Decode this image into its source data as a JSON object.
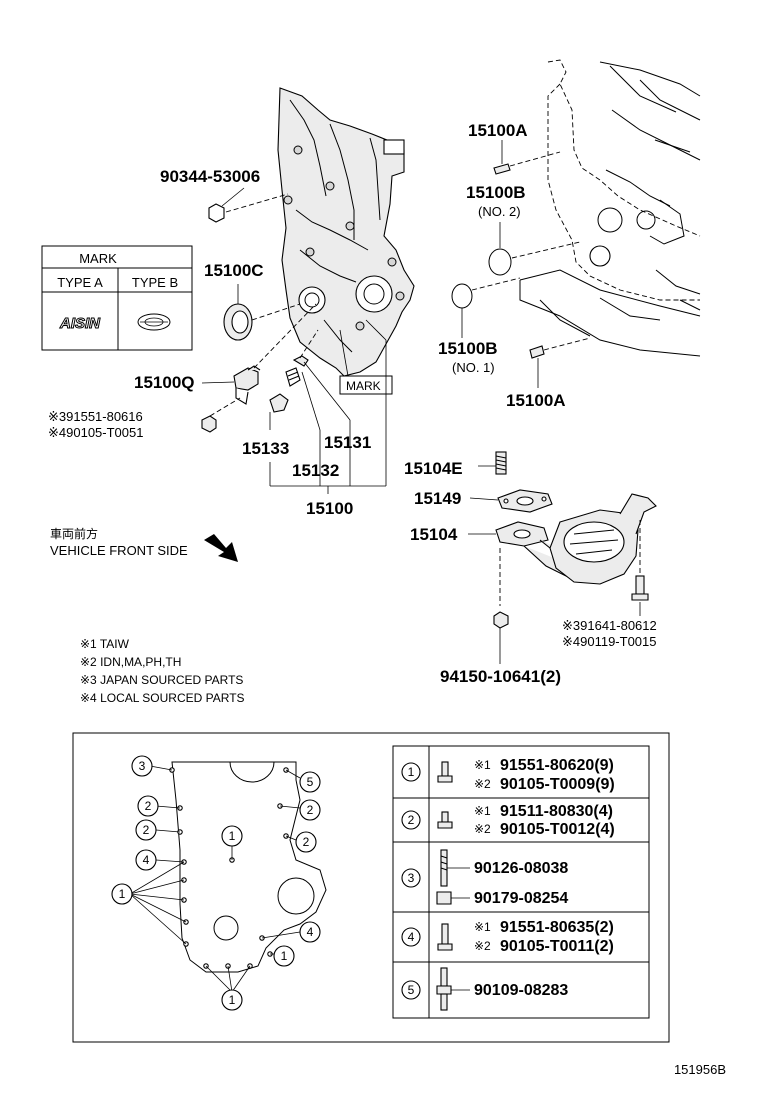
{
  "parts": {
    "p90344": "90344-53006",
    "p15100A_top": "15100A",
    "p15100B_top": "15100B",
    "p15100B_top_note": "(NO. 2)",
    "p15100C": "15100C",
    "p15100B_bot": "15100B",
    "p15100B_bot_note": "(NO. 1)",
    "p15100A_bot": "15100A",
    "p15100Q": "15100Q",
    "p91551_80616": "※391551-80616",
    "p90105_T0051": "※490105-T0051",
    "p15133": "15133",
    "p15131": "15131",
    "p15132": "15132",
    "p15100": "15100",
    "p15104E": "15104E",
    "p15149": "15149",
    "p15104": "15104",
    "p91641_80612": "※391641-80612",
    "p90119_T0015": "※490119-T0015",
    "p94150": "94150-10641(2)",
    "mark_label": "MARK"
  },
  "mark_table": {
    "title": "MARK",
    "col_a": "TYPE A",
    "col_b": "TYPE B",
    "logo_a": "AISIN"
  },
  "front": {
    "jp": "車両前方",
    "en": "VEHICLE FRONT SIDE"
  },
  "notes": [
    "※1 TAIW",
    "※2 IDN,MA,PH,TH",
    "※3 JAPAN SOURCED PARTS",
    "※4 LOCAL SOURCED PARTS"
  ],
  "callouts": {
    "c1": "1",
    "c2": "2",
    "c3": "3",
    "c4": "4",
    "c5": "5"
  },
  "bolt_table": {
    "r1_num": "1",
    "r1_a_mark": "※1",
    "r1_a": "91551-80620(9)",
    "r1_b_mark": "※2",
    "r1_b": "90105-T0009(9)",
    "r2_num": "2",
    "r2_a_mark": "※1",
    "r2_a": "91511-80830(4)",
    "r2_b_mark": "※2",
    "r2_b": "90105-T0012(4)",
    "r3_num": "3",
    "r3_a": "90126-08038",
    "r3_b": "90179-08254",
    "r4_num": "4",
    "r4_a_mark": "※1",
    "r4_a": "91551-80635(2)",
    "r4_b_mark": "※2",
    "r4_b": "90105-T0011(2)",
    "r5_num": "5",
    "r5_a": "90109-08283"
  },
  "figure_id": "151956B"
}
